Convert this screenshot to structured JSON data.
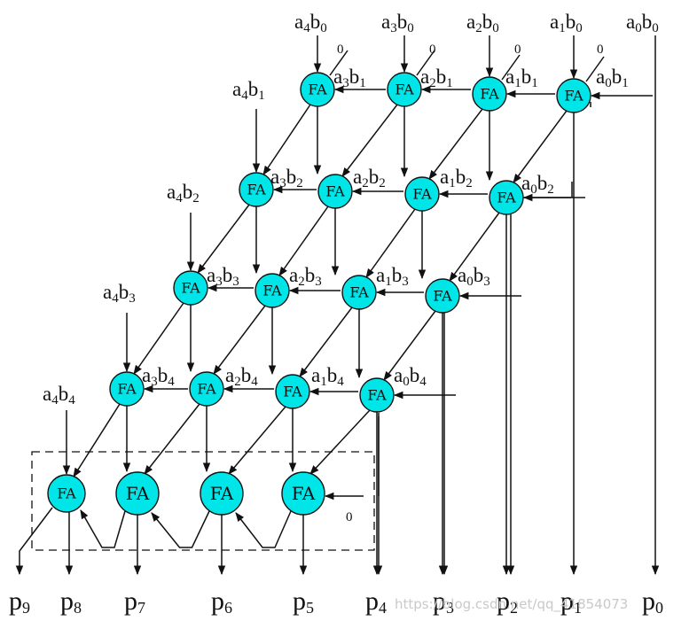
{
  "diagram": {
    "cell_label": "FA",
    "carry_in_zero": "0",
    "inputs": {
      "row0_top": [
        "a4b0",
        "a3b0",
        "a2b0",
        "a1b0",
        "a0b0"
      ],
      "row0_side": [
        "a3b1",
        "a2b1",
        "a1b1",
        "a0b1"
      ],
      "row1": [
        "a4b1",
        "a3b2",
        "a2b2",
        "a1b2",
        "a0b2"
      ],
      "row2": [
        "a4b2",
        "a3b3",
        "a2b3",
        "a1b3",
        "a0b3"
      ],
      "row3": [
        "a4b3",
        "a3b4",
        "a2b4",
        "a1b4",
        "a0b4"
      ],
      "row4": [
        "a4b4"
      ]
    },
    "outputs": [
      "p9",
      "p8",
      "p7",
      "p6",
      "p5",
      "p4",
      "p3",
      "p2",
      "p1",
      "p0"
    ],
    "watermark": "https://blog.csdn.net/qq_41854073"
  }
}
